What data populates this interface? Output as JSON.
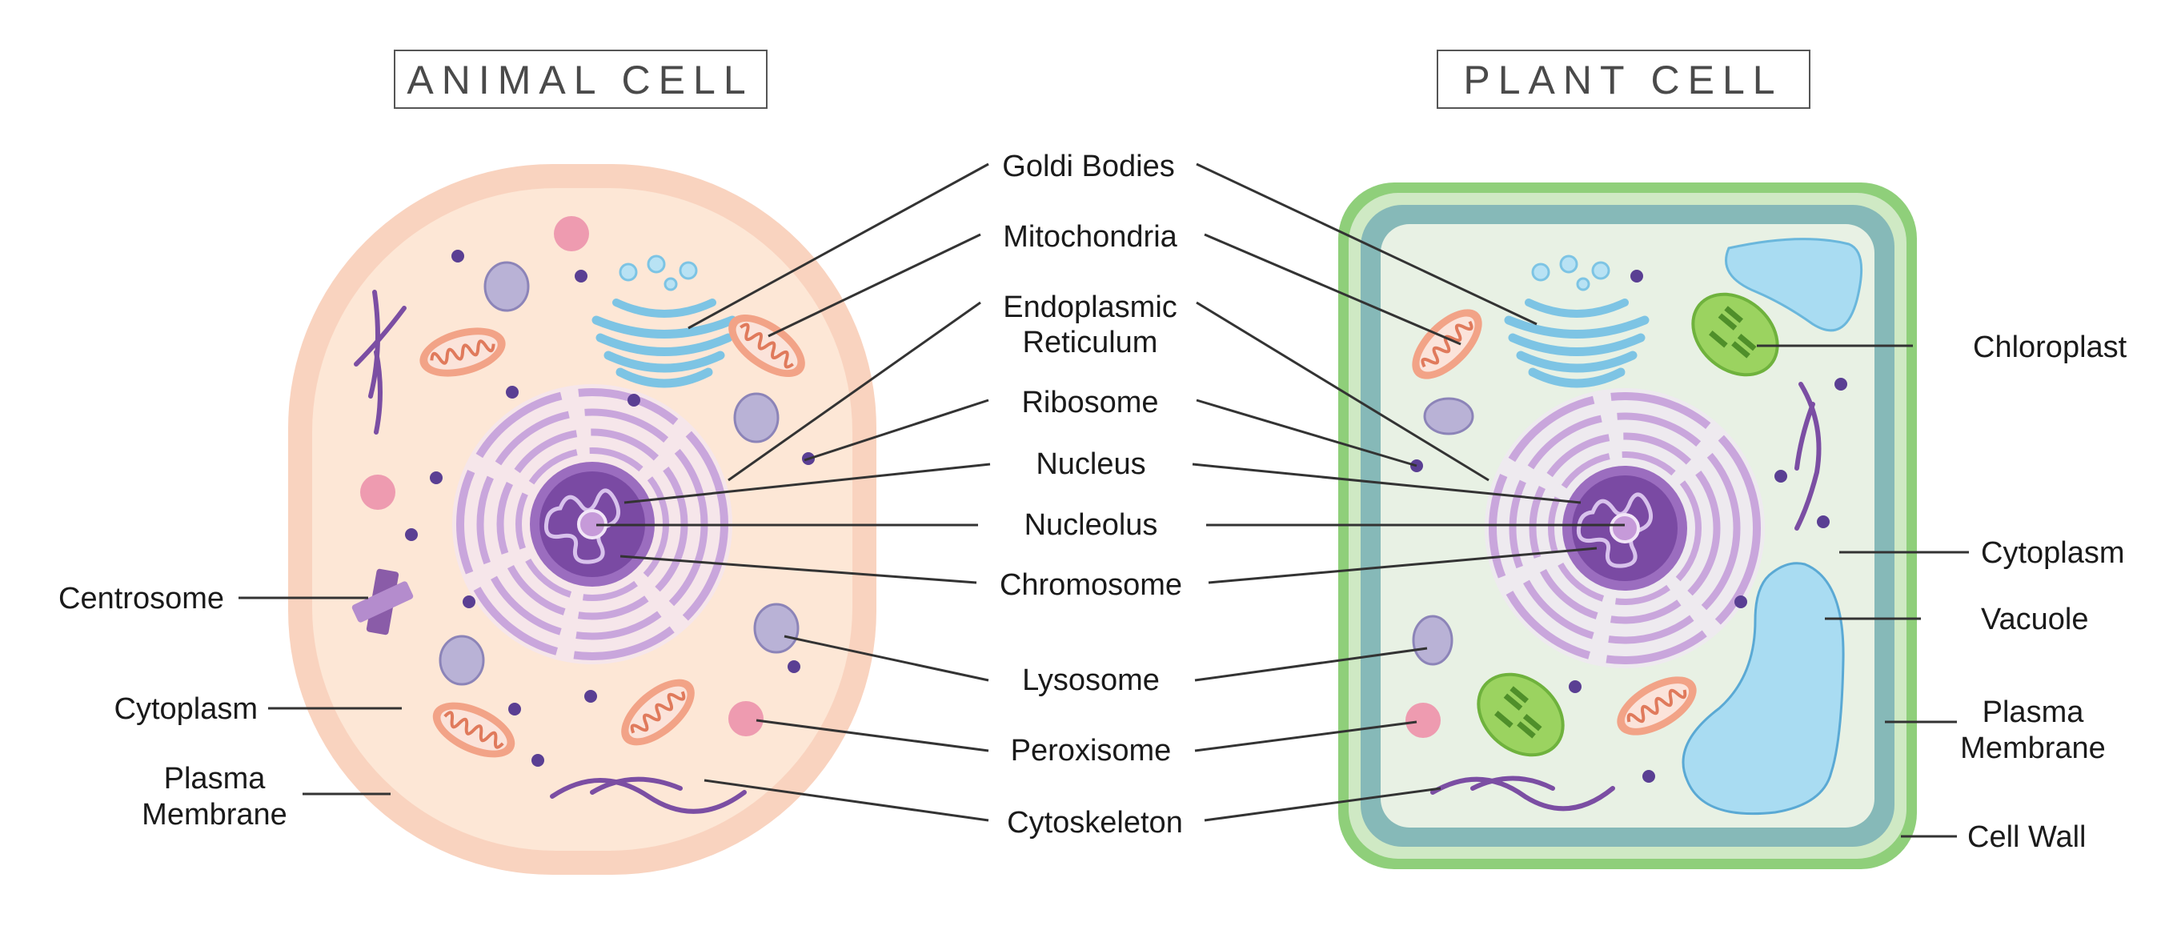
{
  "titles": {
    "animal": "ANIMAL CELL",
    "plant": "PLANT CELL"
  },
  "labels": {
    "golgi": "Goldi Bodies",
    "mitochondria": "Mitochondria",
    "er_line1": "Endoplasmic",
    "er_line2": "Reticulum",
    "ribosome": "Ribosome",
    "nucleus": "Nucleus",
    "nucleolus": "Nucleolus",
    "chromosome": "Chromosome",
    "lysosome": "Lysosome",
    "peroxisome": "Peroxisome",
    "cytoskeleton": "Cytoskeleton",
    "centrosome": "Centrosome",
    "animal_cytoplasm": "Cytoplasm",
    "animal_membrane_line1": "Plasma",
    "animal_membrane_line2": "Membrane",
    "chloroplast": "Chloroplast",
    "plant_cytoplasm": "Cytoplasm",
    "vacuole": "Vacuole",
    "plant_membrane_line1": "Plasma",
    "plant_membrane_line2": "Membrane",
    "cell_wall": "Cell Wall"
  },
  "colors": {
    "animal_membrane": "#f9d3bf",
    "animal_cytoplasm": "#fde7d6",
    "plant_wall": "#8fcf7a",
    "plant_membrane": "#86b9b8",
    "plant_cytoplasm": "#e8f1e4",
    "nuclear_envelope": "#c9a6dc",
    "nucleus": "#9b6dbf",
    "golgi": "#7dc4e4",
    "mitochondria": "#f2a387",
    "vacuole": "#a9dcf2",
    "chloroplast": "#9bd360",
    "lysosome": "#b9b2d6",
    "peroxisome": "#ee9bb0",
    "ribosome": "#5a3f93",
    "cytoskeleton": "#7b4ea3"
  }
}
